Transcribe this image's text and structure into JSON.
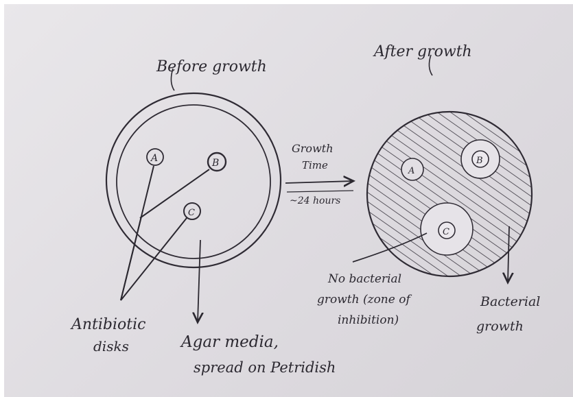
{
  "diagram": {
    "before_title": "Before growth",
    "after_title": "After growth",
    "arrow_label_line1": "Growth",
    "arrow_label_line2": "Time",
    "arrow_label_line3": "~24 hours",
    "disk_a": "A",
    "disk_b": "B",
    "disk_c": "C",
    "label_antibiotic_line1": "Antibiotic",
    "label_antibiotic_line2": "disks",
    "label_agar_line1": "Agar media,",
    "label_agar_line2": "spread on Petridish",
    "label_zone_line1": "No bacterial",
    "label_zone_line2": "growth (zone of",
    "label_zone_line3": "inhibition)",
    "label_bacterial_line1": "Bacterial",
    "label_bacterial_line2": "growth"
  }
}
